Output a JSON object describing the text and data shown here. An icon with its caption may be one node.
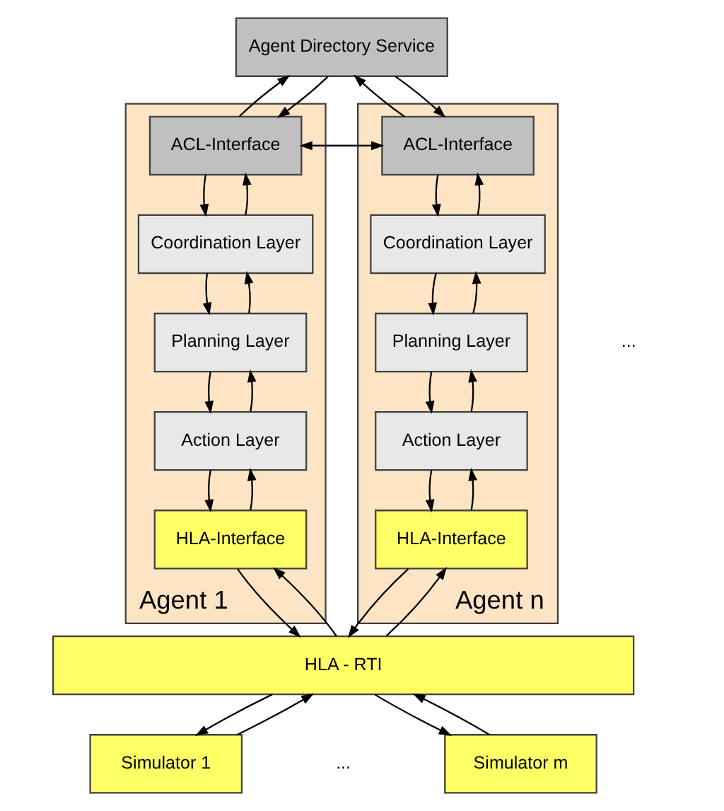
{
  "diagram": {
    "nodes": [
      {
        "text": [
          "Agent Directory Service"
        ]
      },
      {
        "text": [
          "Agent 1"
        ]
      },
      {
        "text": [
          "ACL-Interface"
        ],
        "in": 1
      },
      {
        "text": [
          "Coordination Layer"
        ],
        "in": 1
      },
      {
        "text": [
          "Planning Layer"
        ],
        "in": 1
      },
      {
        "text": [
          "Action Layer"
        ],
        "in": 1
      },
      {
        "text": [
          "HLA-Interface"
        ],
        "in": 1
      },
      {
        "text": [
          "Agent n"
        ]
      },
      {
        "text": [
          "ACL-Interface"
        ],
        "in": 7
      },
      {
        "text": [
          "Coordination Layer"
        ],
        "in": 7
      },
      {
        "text": [
          "Planning Layer"
        ],
        "in": 7
      },
      {
        "text": [
          "Action Layer"
        ],
        "in": 7
      },
      {
        "text": [
          "HLA-Interface"
        ],
        "in": 7
      },
      {
        "text": [
          "HLA - RTI"
        ]
      },
      {
        "text": [
          "Simulator 1"
        ]
      },
      {
        "text": [
          "Simulator m"
        ]
      }
    ],
    "edges": [
      {
        "from": 0,
        "to": 2,
        "arrow": "to"
      },
      {
        "from": 2,
        "to": 0,
        "arrow": "to"
      },
      {
        "from": 0,
        "to": 8,
        "arrow": "to"
      },
      {
        "from": 8,
        "to": 0,
        "arrow": "to"
      },
      {
        "from": 2,
        "to": 8,
        "arrow": "to"
      },
      {
        "from": 8,
        "to": 2,
        "arrow": "to"
      },
      {
        "from": 2,
        "to": 3,
        "arrow": "to"
      },
      {
        "from": 3,
        "to": 2,
        "arrow": "to"
      },
      {
        "from": 3,
        "to": 4,
        "arrow": "to"
      },
      {
        "from": 4,
        "to": 3,
        "arrow": "to"
      },
      {
        "from": 4,
        "to": 5,
        "arrow": "to"
      },
      {
        "from": 5,
        "to": 4,
        "arrow": "to"
      },
      {
        "from": 5,
        "to": 6,
        "arrow": "to"
      },
      {
        "from": 6,
        "to": 5,
        "arrow": "to"
      },
      {
        "from": 8,
        "to": 9,
        "arrow": "to"
      },
      {
        "from": 9,
        "to": 8,
        "arrow": "to"
      },
      {
        "from": 9,
        "to": 10,
        "arrow": "to"
      },
      {
        "from": 10,
        "to": 9,
        "arrow": "to"
      },
      {
        "from": 10,
        "to": 11,
        "arrow": "to"
      },
      {
        "from": 11,
        "to": 10,
        "arrow": "to"
      },
      {
        "from": 11,
        "to": 12,
        "arrow": "to"
      },
      {
        "from": 12,
        "to": 11,
        "arrow": "to"
      },
      {
        "from": 6,
        "to": 13,
        "arrow": "to"
      },
      {
        "from": 13,
        "to": 6,
        "arrow": "to"
      },
      {
        "from": 12,
        "to": 13,
        "arrow": "to"
      },
      {
        "from": 13,
        "to": 12,
        "arrow": "to"
      },
      {
        "from": 13,
        "to": 14,
        "arrow": "to"
      },
      {
        "from": 14,
        "to": 13,
        "arrow": "to"
      },
      {
        "from": 13,
        "to": 15,
        "arrow": "to"
      },
      {
        "from": 15,
        "to": 13,
        "arrow": "to"
      }
    ],
    "labels": [
      "...",
      "..."
    ]
  }
}
